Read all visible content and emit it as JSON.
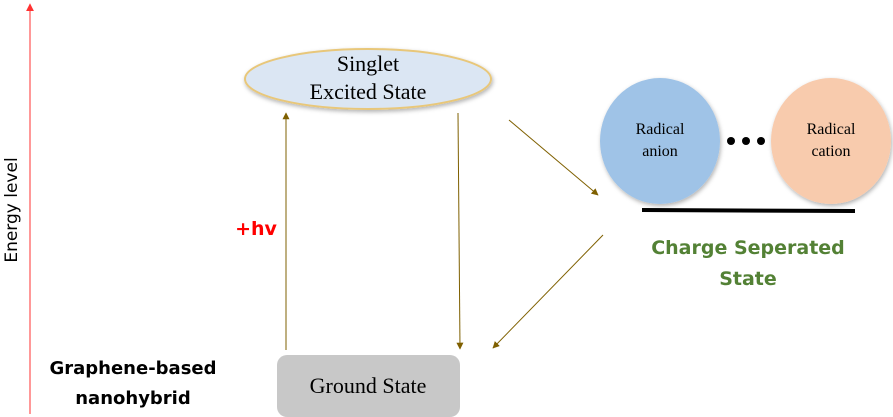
{
  "axis": {
    "label": "Energy level",
    "color": "#ff0000"
  },
  "nodes": {
    "singlet": {
      "line1": "Singlet",
      "line2": "Excited State",
      "fill": "#dbe6f3",
      "stroke": "#e8c77a"
    },
    "ground": {
      "label": "Ground State",
      "fill": "#c8c8c8"
    },
    "radical_anion": {
      "line1": "Radical",
      "line2": "anion",
      "fill": "#9fc3e7"
    },
    "radical_cation": {
      "line1": "Radical",
      "line2": "cation",
      "fill": "#f8cbad"
    },
    "ellipsis": "• • •"
  },
  "labels": {
    "excitation": "+hv",
    "excitation_color": "#ff0000",
    "charge_separated_line1": "Charge Seperated",
    "charge_separated_line2": "State",
    "charge_separated_color": "#538135",
    "system_line1": "Graphene-based",
    "system_line2": "nanohybrid"
  },
  "arrow_color": "#7f6000"
}
